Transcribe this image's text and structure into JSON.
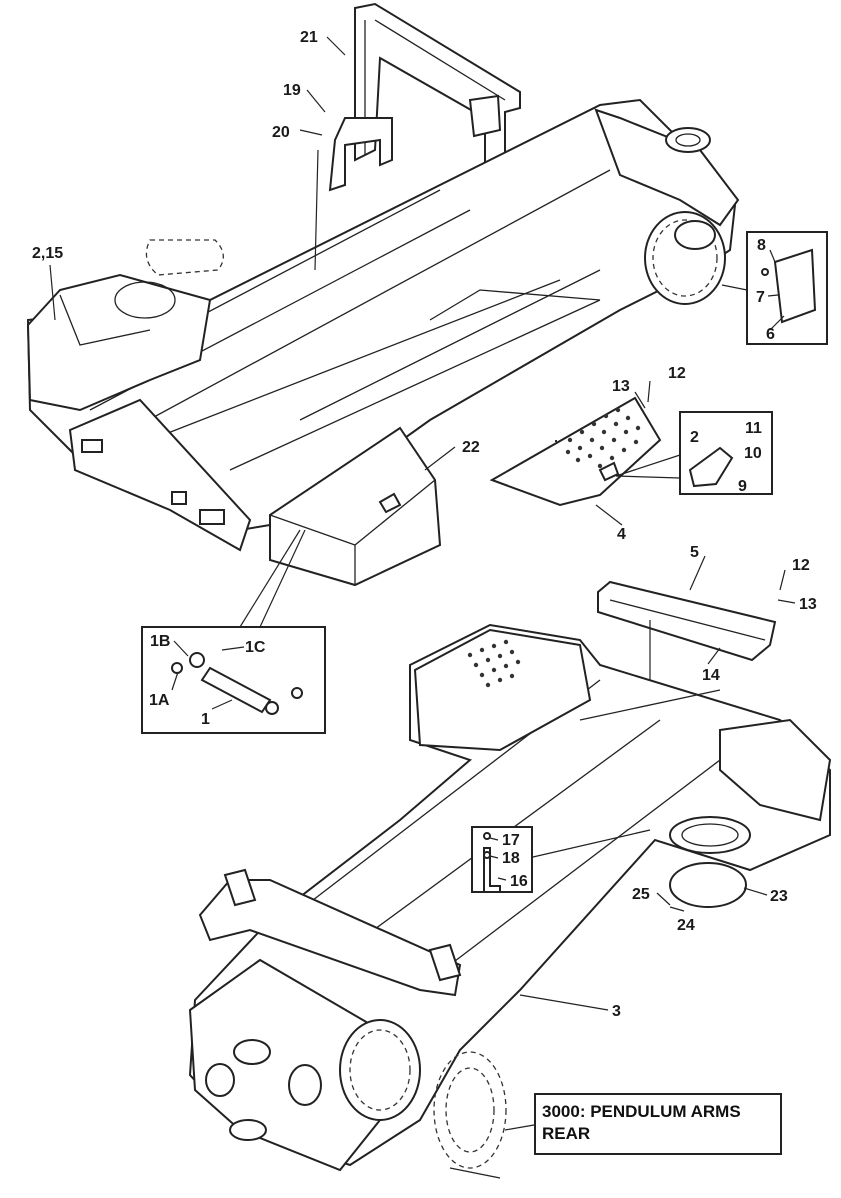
{
  "labels": {
    "l_21": "21",
    "l_19": "19",
    "l_20": "20",
    "l_2_15": "2,15",
    "l_8": "8",
    "l_7": "7",
    "l_6": "6",
    "l_12a": "12",
    "l_13a": "13",
    "l_11": "11",
    "l_2": "2",
    "l_10": "10",
    "l_9": "9",
    "l_22": "22",
    "l_4": "4",
    "l_5": "5",
    "l_12b": "12",
    "l_13b": "13",
    "l_14": "14",
    "l_1B": "1B",
    "l_1C": "1C",
    "l_1A": "1A",
    "l_1": "1",
    "l_17": "17",
    "l_18": "18",
    "l_16": "16",
    "l_25": "25",
    "l_23": "23",
    "l_24": "24",
    "l_3": "3"
  },
  "note": {
    "line1": "3000: PENDULUM ARMS",
    "line2": "REAR"
  }
}
